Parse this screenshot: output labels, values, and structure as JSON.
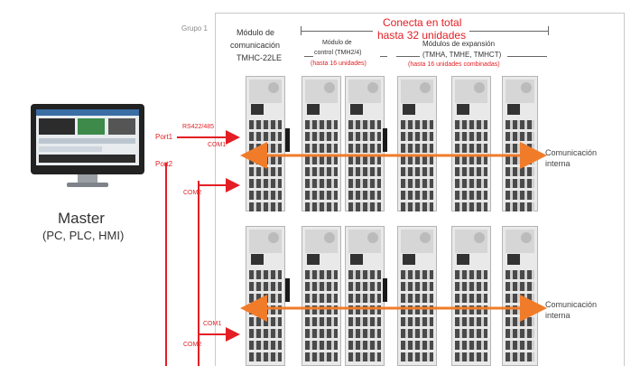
{
  "group_label": "Grupo 1",
  "total": {
    "line1": "Conecta en total",
    "line2": "hasta 32 unidades"
  },
  "comm_module": {
    "line1": "Módulo de",
    "line2": "comunicación",
    "line3": "TMHC-22LE"
  },
  "control_modules": {
    "line1": "Módulo de",
    "line2": "control (TMH2/4)",
    "line3": "(hasta 16 unidades)"
  },
  "expansion_modules": {
    "line1": "Módulos de expansión",
    "line2": "(TMHA, TMHE, TMHCT)",
    "line3": "(hasta 16 unidades combinadas)"
  },
  "rs_label": "RS422/485",
  "ports": [
    "Port1",
    "Port2"
  ],
  "com_labels": [
    "COM1",
    "COM2",
    "COM1",
    "COM2"
  ],
  "internal_comm": [
    {
      "line1": "Comunicación",
      "line2": "interna"
    },
    {
      "line1": "Comunicación",
      "line2": "interna"
    }
  ],
  "master": {
    "title": "Master",
    "subtitle": "(PC, PLC, HMI)"
  },
  "colors": {
    "accent_red": "#e31e24",
    "arrow_orange": "#f07c2a",
    "bus_black": "#1a1a1a"
  }
}
